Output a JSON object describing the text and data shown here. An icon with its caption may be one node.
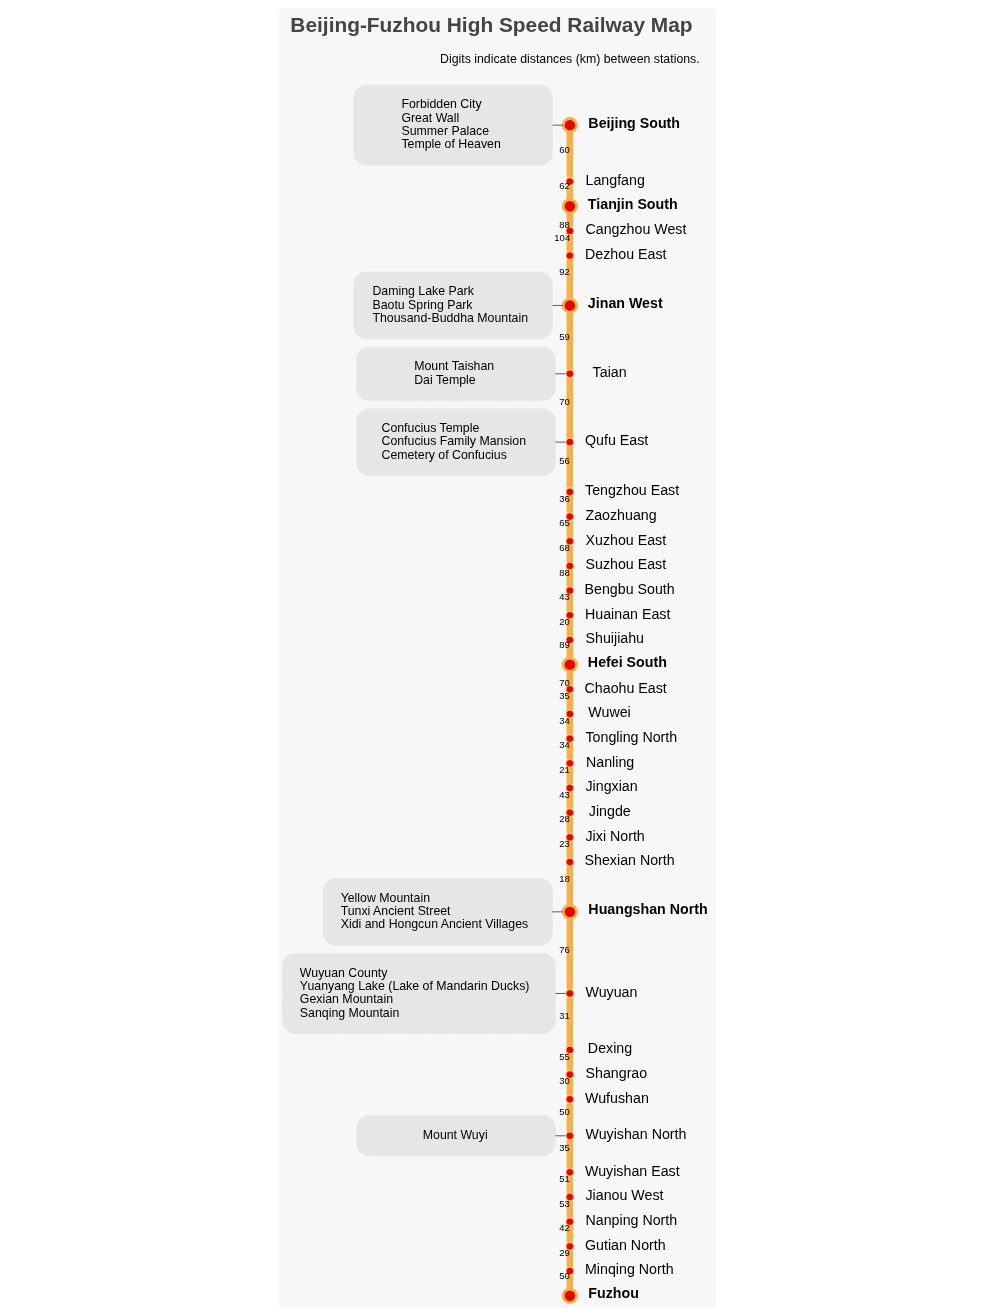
{
  "diagram": {
    "title": "Beijing-Fuzhou High Speed Railway Map",
    "nodes": [
      {
        "text": [],
        "shape": "circle",
        "beside": [
          "Beijing South"
        ]
      },
      {
        "text": [],
        "shape": "circle",
        "beside": [
          "Langfang"
        ]
      },
      {
        "text": [],
        "shape": "circle",
        "beside": [
          "Tianjin South"
        ]
      },
      {
        "text": [],
        "shape": "circle",
        "beside": [
          "Cangzhou West"
        ]
      },
      {
        "text": [],
        "shape": "circle",
        "beside": [
          "Dezhou East"
        ]
      },
      {
        "text": [],
        "shape": "circle",
        "beside": [
          "Jinan West"
        ]
      },
      {
        "text": [],
        "shape": "circle",
        "beside": [
          "Taian"
        ]
      },
      {
        "text": [],
        "shape": "circle",
        "beside": [
          "Qufu East"
        ]
      },
      {
        "text": [],
        "shape": "circle",
        "beside": [
          "Tengzhou East"
        ]
      },
      {
        "text": [],
        "shape": "circle",
        "beside": [
          "Zaozhuang"
        ]
      },
      {
        "text": [],
        "shape": "circle",
        "beside": [
          "Xuzhou East"
        ]
      },
      {
        "text": [],
        "shape": "circle",
        "beside": [
          "Suzhou East"
        ]
      },
      {
        "text": [],
        "shape": "circle",
        "beside": [
          "Bengbu South"
        ]
      },
      {
        "text": [],
        "shape": "circle",
        "beside": [
          "Huainan East"
        ]
      },
      {
        "text": [],
        "shape": "circle",
        "beside": [
          "Shuijiahu"
        ]
      },
      {
        "text": [],
        "shape": "circle",
        "beside": [
          "Hefei South"
        ]
      },
      {
        "text": [],
        "shape": "circle",
        "beside": [
          "Chaohu East"
        ]
      },
      {
        "text": [],
        "shape": "circle",
        "beside": [
          "Wuwei"
        ]
      },
      {
        "text": [],
        "shape": "circle",
        "beside": [
          "Tongling North"
        ]
      },
      {
        "text": [],
        "shape": "circle",
        "beside": [
          "Nanling"
        ]
      },
      {
        "text": [],
        "shape": "circle",
        "beside": [
          "Jingxian"
        ]
      },
      {
        "text": [],
        "shape": "circle",
        "beside": [
          "Jingde"
        ]
      },
      {
        "text": [],
        "shape": "circle",
        "beside": [
          "Jixi North"
        ]
      },
      {
        "text": [],
        "shape": "circle",
        "beside": [
          "Shexian North"
        ]
      },
      {
        "text": [],
        "shape": "circle",
        "beside": [
          "Huangshan North"
        ]
      },
      {
        "text": [],
        "shape": "circle",
        "beside": [
          "Wuyuan"
        ]
      },
      {
        "text": [],
        "shape": "circle",
        "beside": [
          "Dexing"
        ]
      },
      {
        "text": [],
        "shape": "circle",
        "beside": [
          "Shangrao"
        ]
      },
      {
        "text": [],
        "shape": "circle",
        "beside": [
          "Wufushan"
        ]
      },
      {
        "text": [],
        "shape": "circle",
        "beside": [
          "Wuyishan North"
        ]
      },
      {
        "text": [],
        "shape": "circle",
        "beside": [
          "Wuyishan East"
        ]
      },
      {
        "text": [],
        "shape": "circle",
        "beside": [
          "Jianou West"
        ]
      },
      {
        "text": [],
        "shape": "circle",
        "beside": [
          "Nanping North"
        ]
      },
      {
        "text": [],
        "shape": "circle",
        "beside": [
          "Gutian North"
        ]
      },
      {
        "text": [],
        "shape": "circle",
        "beside": [
          "Minqing North"
        ]
      },
      {
        "text": [],
        "shape": "circle",
        "beside": [
          "Fuzhou"
        ]
      },
      {
        "text": [
          "Forbidden City",
          "Great Wall",
          "Summer Palace",
          "Temple of Heaven"
        ]
      },
      {
        "text": [
          "Daming Lake Park",
          "Baotu Spring Park",
          "Thousand-Buddha Mountain"
        ]
      },
      {
        "text": [
          "Mount Taishan",
          "Dai Temple"
        ]
      },
      {
        "text": [
          "Confucius Temple",
          "Confucius Family Mansion",
          "Cemetery of Confucius"
        ]
      },
      {
        "text": [
          "Yellow Mountain",
          "Tunxi Ancient Street",
          "Xidi and Hongcun Ancient Villages"
        ]
      },
      {
        "text": [
          "Wuyuan County",
          "Yuanyang Lake (Lake of Mandarin Ducks)",
          "Gexian Mountain",
          "Sanqing Mountain"
        ]
      },
      {
        "text": [
          "Mount Wuyi"
        ]
      }
    ],
    "edges": [
      {
        "from": 0,
        "to": 1,
        "arrow": "none",
        "label": "60"
      },
      {
        "from": 1,
        "to": 2,
        "arrow": "none",
        "label": "62"
      },
      {
        "from": 2,
        "to": 3,
        "arrow": "none",
        "label": "88"
      },
      {
        "from": 3,
        "to": 4,
        "arrow": "none",
        "label": "104"
      },
      {
        "from": 4,
        "to": 5,
        "arrow": "none",
        "label": "92"
      },
      {
        "from": 5,
        "to": 6,
        "arrow": "none",
        "label": "59"
      },
      {
        "from": 6,
        "to": 7,
        "arrow": "none",
        "label": "70"
      },
      {
        "from": 7,
        "to": 8,
        "arrow": "none",
        "label": "56"
      },
      {
        "from": 8,
        "to": 9,
        "arrow": "none",
        "label": "36"
      },
      {
        "from": 9,
        "to": 10,
        "arrow": "none",
        "label": "65"
      },
      {
        "from": 10,
        "to": 11,
        "arrow": "none",
        "label": "68"
      },
      {
        "from": 11,
        "to": 12,
        "arrow": "none",
        "label": "88"
      },
      {
        "from": 12,
        "to": 13,
        "arrow": "none",
        "label": "43"
      },
      {
        "from": 13,
        "to": 14,
        "arrow": "none",
        "label": "20"
      },
      {
        "from": 14,
        "to": 15,
        "arrow": "none",
        "label": "89"
      },
      {
        "from": 15,
        "to": 16,
        "arrow": "none",
        "label": "70"
      },
      {
        "from": 16,
        "to": 17,
        "arrow": "none",
        "label": "35"
      },
      {
        "from": 17,
        "to": 18,
        "arrow": "none",
        "label": "34"
      },
      {
        "from": 18,
        "to": 19,
        "arrow": "none",
        "label": "34"
      },
      {
        "from": 19,
        "to": 20,
        "arrow": "none",
        "label": "21"
      },
      {
        "from": 20,
        "to": 21,
        "arrow": "none",
        "label": "43"
      },
      {
        "from": 21,
        "to": 22,
        "arrow": "none",
        "label": "28"
      },
      {
        "from": 22,
        "to": 23,
        "arrow": "none",
        "label": "23"
      },
      {
        "from": 23,
        "to": 24,
        "arrow": "none",
        "label": "18"
      },
      {
        "from": 24,
        "to": 25,
        "arrow": "none",
        "label": "76"
      },
      {
        "from": 25,
        "to": 26,
        "arrow": "none",
        "label": "31"
      },
      {
        "from": 26,
        "to": 27,
        "arrow": "none",
        "label": "55"
      },
      {
        "from": 27,
        "to": 28,
        "arrow": "none",
        "label": "30"
      },
      {
        "from": 28,
        "to": 29,
        "arrow": "none",
        "label": "50"
      },
      {
        "from": 29,
        "to": 30,
        "arrow": "none",
        "label": "35"
      },
      {
        "from": 30,
        "to": 31,
        "arrow": "none",
        "label": "51"
      },
      {
        "from": 31,
        "to": 32,
        "arrow": "none",
        "label": "53"
      },
      {
        "from": 32,
        "to": 33,
        "arrow": "none",
        "label": "42"
      },
      {
        "from": 33,
        "to": 34,
        "arrow": "none",
        "label": "29"
      },
      {
        "from": 34,
        "to": 35,
        "arrow": "none",
        "label": "50"
      },
      {
        "from": 36,
        "to": 0,
        "arrow": "none",
        "color": "#555555"
      },
      {
        "from": 37,
        "to": 5,
        "arrow": "none",
        "color": "#555555"
      },
      {
        "from": 38,
        "to": 6,
        "arrow": "none",
        "color": "#555555"
      },
      {
        "from": 39,
        "to": 7,
        "arrow": "none",
        "color": "#555555"
      },
      {
        "from": 40,
        "to": 24,
        "arrow": "none",
        "color": "#555555"
      },
      {
        "from": 41,
        "to": 25,
        "arrow": "none",
        "color": "#555555"
      },
      {
        "from": 42,
        "to": 29,
        "arrow": "none",
        "color": "#555555"
      }
    ],
    "labels": [
      "Digits indicate distances (km) between stations."
    ]
  }
}
